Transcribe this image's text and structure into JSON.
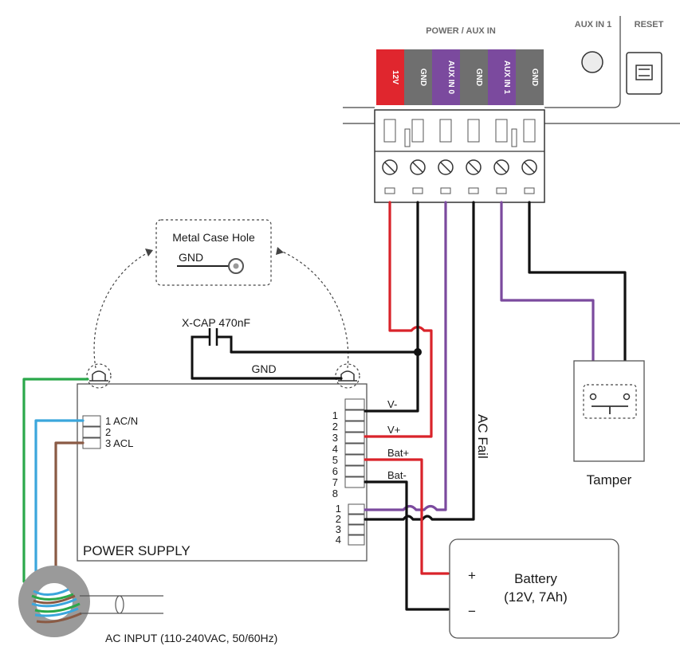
{
  "header": {
    "title": "POWER / AUX IN",
    "aux_in_1": "AUX IN 1",
    "reset": "RESET"
  },
  "terminals": [
    {
      "label": "12V",
      "color": "#e0262e"
    },
    {
      "label": "GND",
      "color": "#6f6f6f"
    },
    {
      "label": "AUX IN 0",
      "color": "#7b4a9e"
    },
    {
      "label": "GND",
      "color": "#6f6f6f"
    },
    {
      "label": "AUX IN 1",
      "color": "#7b4a9e"
    },
    {
      "label": "GND",
      "color": "#6f6f6f"
    }
  ],
  "metal_case": {
    "title": "Metal Case Hole",
    "gnd": "GND"
  },
  "xcap": "X-CAP 470nF",
  "gnd_label": "GND",
  "ac_fail": "AC Fail",
  "power_supply": {
    "title": "POWER SUPPLY",
    "ac_inputs": [
      "1 AC/N",
      "2",
      "3 ACL"
    ],
    "pins": [
      "1",
      "2",
      "3",
      "4",
      "5",
      "6",
      "7",
      "8"
    ],
    "pin_labels": {
      "v_minus": "V-",
      "v_plus": "V+",
      "bat_plus": "Bat+",
      "bat_minus": "Bat-"
    },
    "aux_pins": [
      "1",
      "2",
      "3",
      "4"
    ]
  },
  "tamper": "Tamper",
  "battery": {
    "title": "Battery",
    "spec": "(12V, 7Ah)",
    "plus": "+",
    "minus": "−"
  },
  "ac_input": "AC INPUT (110-240VAC, 50/60Hz)"
}
